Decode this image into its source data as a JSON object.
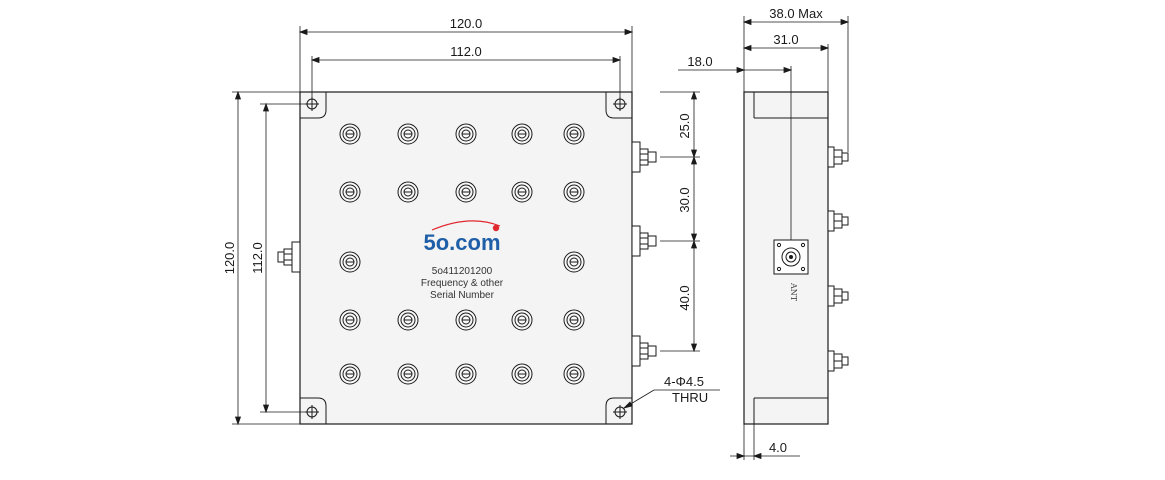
{
  "front_view": {
    "dim_outer_width": "120.0",
    "dim_hole_width": "112.0",
    "dim_outer_height": "120.0",
    "dim_hole_height": "112.0",
    "logo_text": "5o.com",
    "model_number": "5o411201200",
    "label_line_1": "Frequency & other",
    "label_line_2": "Serial Number",
    "hole_note_line_1": "4-Φ4.5",
    "hole_note_line_2": "THRU",
    "connector_spacing_1": "25.0",
    "connector_spacing_2": "30.0",
    "connector_spacing_3": "40.0"
  },
  "side_view": {
    "dim_max_depth": "38.0 Max",
    "dim_connector_depth": "31.0",
    "dim_ant_depth": "18.0",
    "dim_flange": "4.0",
    "ant_label": "ANT"
  },
  "colors": {
    "line": "#1a1a1a",
    "body_fill": "#f4f4f4",
    "logo_blue": "#1f5fa8",
    "logo_dot": "#e0282e"
  }
}
